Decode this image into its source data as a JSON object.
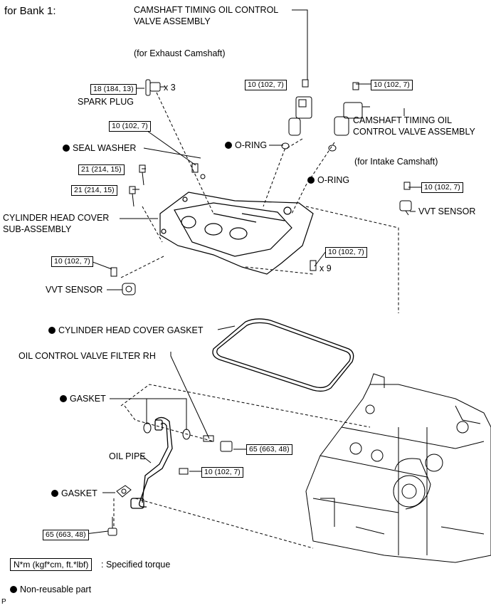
{
  "header": {
    "bank": "for Bank 1:"
  },
  "labels": {
    "camshaft_exhaust_title": "CAMSHAFT TIMING OIL CONTROL",
    "camshaft_exhaust_title2": "VALVE ASSEMBLY",
    "camshaft_exhaust_note": "(for Exhaust Camshaft)",
    "camshaft_intake_title": "CAMSHAFT TIMING OIL",
    "camshaft_intake_title2": "CONTROL VALVE ASSEMBLY",
    "camshaft_intake_note": "(for Intake Camshaft)",
    "spark_plug": "SPARK PLUG",
    "spark_qty": "x 3",
    "seal_washer": "SEAL WASHER",
    "o_ring_1": "O-RING",
    "o_ring_2": "O-RING",
    "vvt_sensor_right": "VVT SENSOR",
    "vvt_sensor_left": "VVT SENSOR",
    "cyl_head_cover": "CYLINDER HEAD COVER",
    "cyl_head_cover2": "SUB-ASSEMBLY",
    "bolt_qty": "x 9",
    "gasket_cover": "CYLINDER HEAD COVER GASKET",
    "oil_filter": "OIL CONTROL VALVE FILTER RH",
    "gasket_1": "GASKET",
    "oil_pipe": "OIL PIPE",
    "gasket_2": "GASKET"
  },
  "torques": {
    "spark": "18 (184, 13)",
    "cam_exhaust": "10 (102, 7)",
    "cam_intake": "10 (102, 7)",
    "seal_washer": "10 (102, 7)",
    "stud_a": "21 (214, 15)",
    "stud_b": "21 (214, 15)",
    "vvt_right": "10 (102, 7)",
    "vvt_left": "10 (102, 7)",
    "cover_bolts": "10 (102, 7)",
    "union": "65 (663, 48)",
    "pipe_bolt": "10 (102, 7)",
    "lower_union": "65 (663, 48)"
  },
  "legend": {
    "unit": "N*m (kgf*cm, ft.*lbf)",
    "unit_desc": ": Specified torque",
    "nonreuse": "Non-reusable part",
    "code": "P"
  }
}
